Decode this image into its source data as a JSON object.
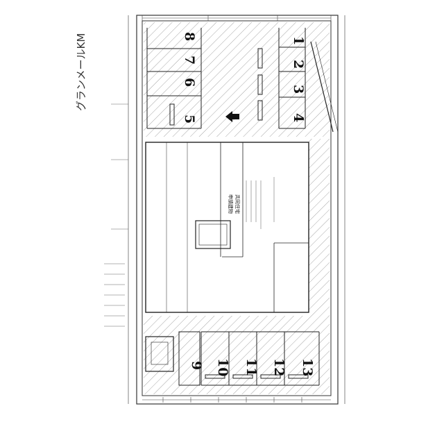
{
  "handwritten_title": "グランメールKM",
  "parking_space_numbers": [
    "1",
    "2",
    "3",
    "4",
    "5",
    "6",
    "7",
    "8",
    "9",
    "10",
    "11",
    "12",
    "13"
  ],
  "building_label": [
    "申請建物",
    "共同住宅"
  ],
  "colors": {
    "line": "#222222",
    "hatch": "#555555",
    "paper": "#ffffff"
  }
}
